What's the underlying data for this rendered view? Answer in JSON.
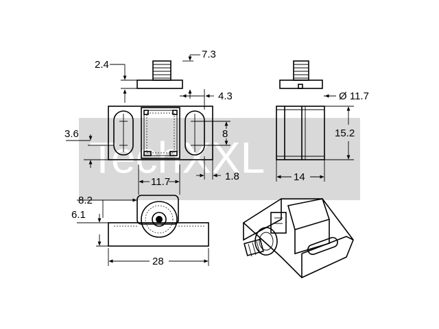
{
  "watermark": {
    "text": "TechXXL",
    "box_color": "#d9d9d9"
  },
  "dimensions": {
    "d_2_4": "2.4",
    "d_7_3": "7.3",
    "d_4_3": "4.3",
    "d_dia_11_7": "Ø 11.7",
    "d_3_6": "3.6",
    "d_8": "8",
    "d_15_2": "15.2",
    "d_11_7": "11.7",
    "d_1_8": "1.8",
    "d_14": "14",
    "d_8_2": "8.2",
    "d_6_1": "6.1",
    "d_28": "28"
  }
}
